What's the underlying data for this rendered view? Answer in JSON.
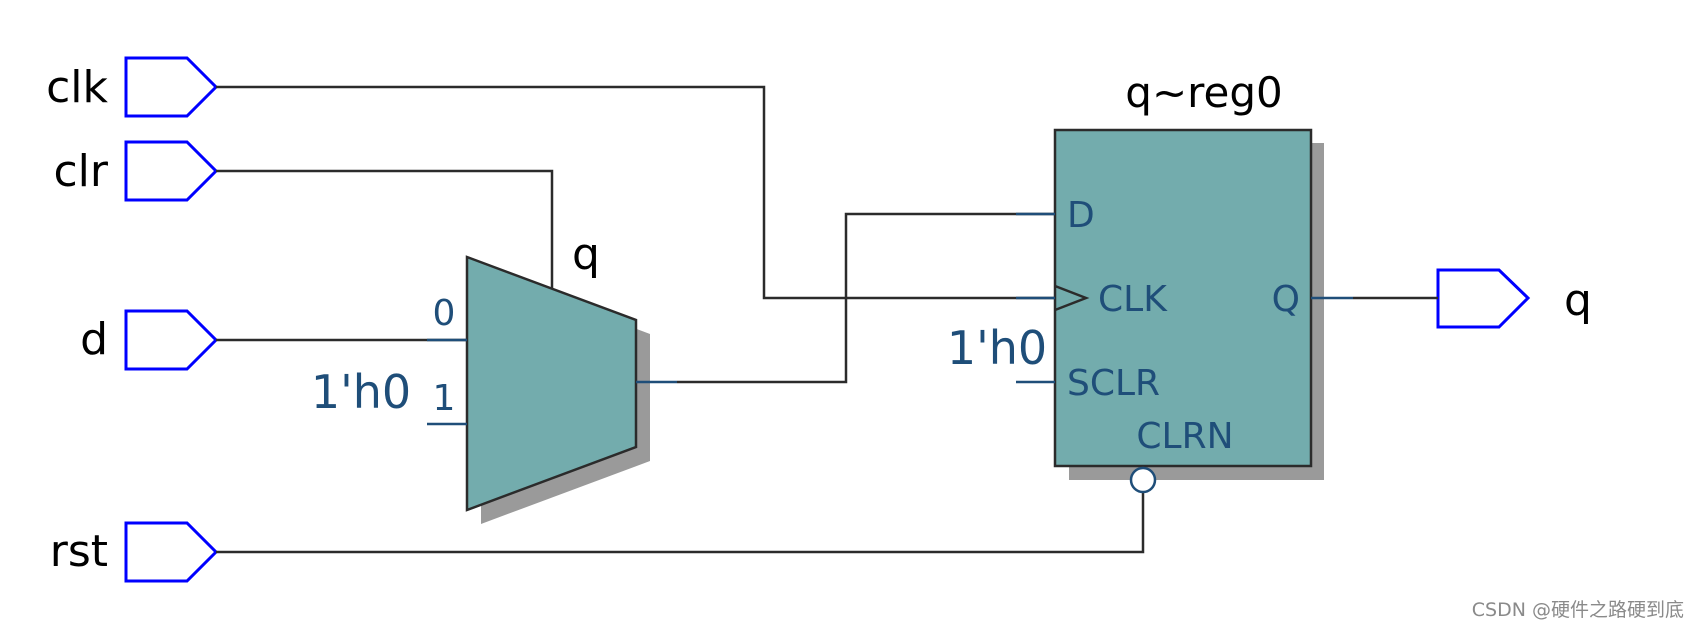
{
  "inputs": {
    "clk": "clk",
    "clr": "clr",
    "d": "d",
    "rst": "rst"
  },
  "output": "q",
  "mux": {
    "name": "q",
    "in0": "0",
    "in1": "1",
    "const_in1": "1'h0"
  },
  "register": {
    "name": "q~reg0",
    "d": "D",
    "clk": "CLK",
    "q": "Q",
    "sclr": "SCLR",
    "clrn": "CLRN",
    "const_sclr": "1'h0"
  },
  "watermark": "CSDN @硬件之路硬到底",
  "colors": {
    "port_stroke": "#0000ff",
    "block_fill": "#73acad",
    "pin_text": "#1f4e79"
  }
}
